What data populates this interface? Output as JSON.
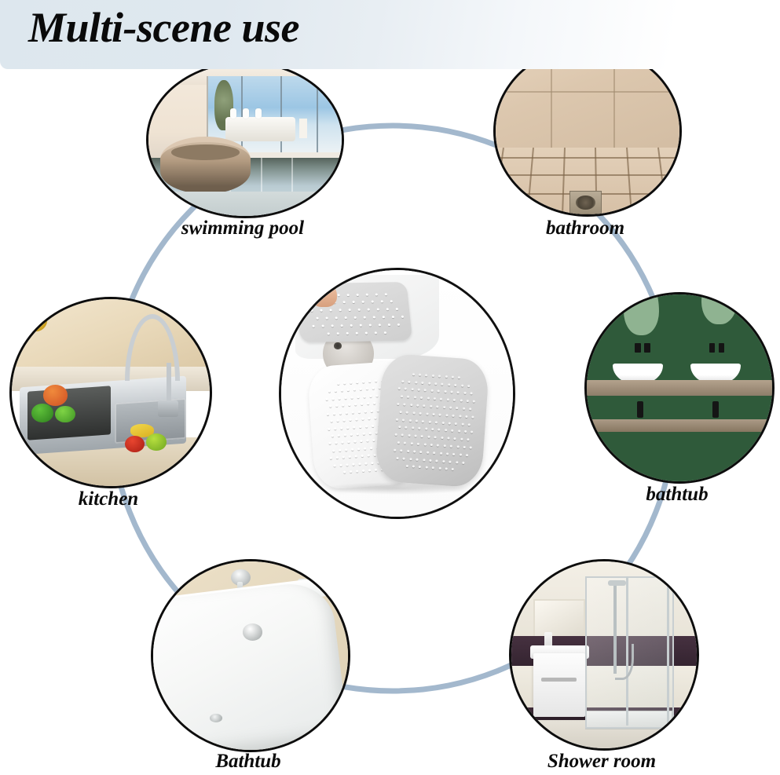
{
  "banner": {
    "title": "Multi-scene use",
    "background_start": "#dde7ee",
    "background_end": "#ffffff"
  },
  "theme": {
    "ring_color": "#a3b8cd",
    "bubble_border": "#0d0d0d",
    "caption_color": "#0b0b0b",
    "page_background": "#ffffff"
  },
  "center": {
    "name": "product-photo",
    "alt": "white and grey silicone drain hair catcher covers",
    "items": [
      {
        "label": "installed-cover-on-drain"
      },
      {
        "label": "white-drain-cover"
      },
      {
        "label": "grey-drain-cover"
      }
    ]
  },
  "scenes": [
    {
      "id": "swimming-pool",
      "caption": "swimming pool",
      "alt": "indoor swimming pool with round hot tub and panoramic windows"
    },
    {
      "id": "bathroom",
      "caption": "bathroom",
      "alt": "beige tiled bathroom floor with square floor drain"
    },
    {
      "id": "kitchen",
      "caption": "kitchen",
      "alt": "stainless steel double kitchen sink with chrome faucet and vegetables"
    },
    {
      "id": "bathtub-right",
      "caption": "bathtub",
      "alt": "dark green bathroom wall with two white vessel basins on wood shelf"
    },
    {
      "id": "bathtub-bottom",
      "caption": "Bathtub",
      "alt": "white corner bathtub with chrome fittings on beige tile"
    },
    {
      "id": "shower-room",
      "caption": "Shower room",
      "alt": "glass shower enclosure with dark purple tile band and white vanity"
    }
  ]
}
